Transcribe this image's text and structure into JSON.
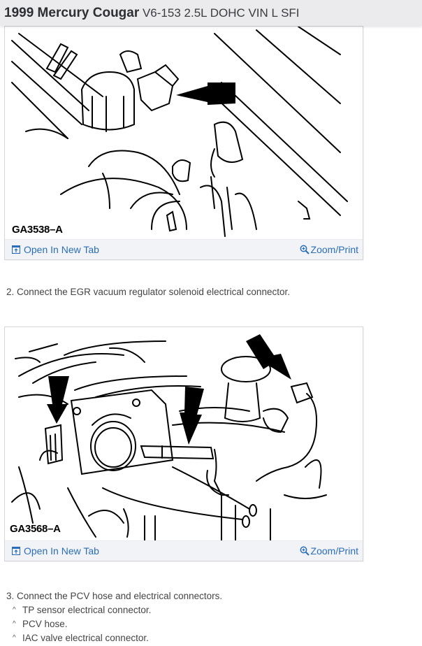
{
  "header": {
    "title_bold": "1999 Mercury Cougar",
    "title_rest": " V6-153 2.5L DOHC VIN L SFI"
  },
  "figures": [
    {
      "caption": "GA3538–A",
      "open_label": "Open In New Tab",
      "zoom_label": "Zoom/Print",
      "open_icon": "open-new-tab-icon",
      "zoom_icon": "zoom-in-icon"
    },
    {
      "caption": "GA3568–A",
      "open_label": "Open In New Tab",
      "zoom_label": "Zoom/Print",
      "open_icon": "open-new-tab-icon",
      "zoom_icon": "zoom-in-icon"
    }
  ],
  "steps": [
    {
      "text": "2. Connect the EGR vacuum regulator solenoid electrical connector."
    },
    {
      "text": "3. Connect the PCV hose and electrical connectors.",
      "items": [
        "TP sensor electrical connector.",
        "PCV hose.",
        "IAC valve electrical connector."
      ],
      "bullet": "^"
    }
  ],
  "colors": {
    "link": "#2a6ebb",
    "header_bg": "#ebebed",
    "toolbar_bg": "#f2f3f6",
    "body_text": "#444444"
  }
}
